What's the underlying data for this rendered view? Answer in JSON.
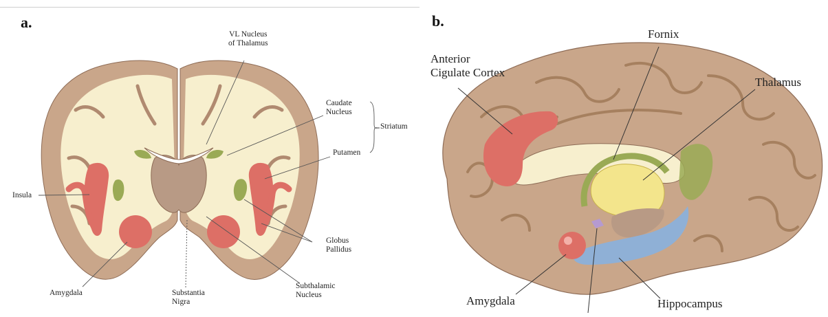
{
  "panel_a": {
    "label": "a.",
    "labels": {
      "vl_nucleus": "VL Nucleus\nof Thalamus",
      "caudate": "Caudate\nNucleus",
      "striatum": "Striatum",
      "putamen": "Putamen",
      "insula": "Insula",
      "globus": "Globus\nPallidus",
      "amygdala": "Amygdala",
      "substantia": "Substantia\nNigra",
      "subthalamic": "Subthalamic\nNucleus"
    }
  },
  "panel_b": {
    "label": "b.",
    "labels": {
      "fornix": "Fornix",
      "anterior": "Anterior\nCigulate Cortex",
      "thalamus": "Thalamus",
      "amygdala": "Amygdala",
      "hippocampus": "Hippocampus"
    }
  },
  "colors": {
    "cortex": "#c9a68a",
    "white_matter": "#f7efce",
    "red": "#dd6f66",
    "green": "#9aaa55",
    "yellow": "#f3e58c",
    "blue": "#8fb0d6"
  }
}
